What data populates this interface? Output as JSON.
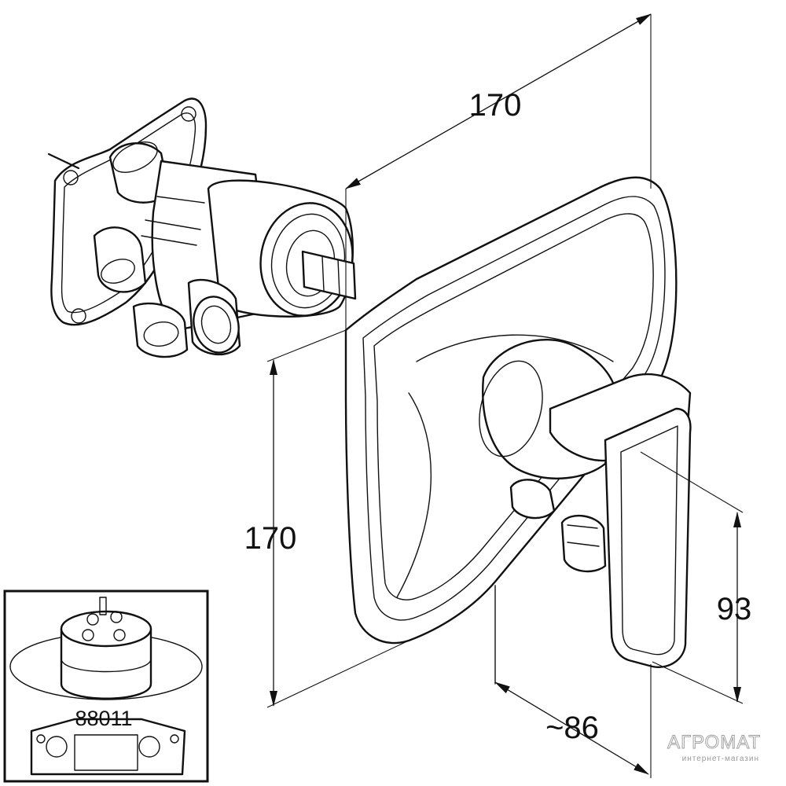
{
  "dimensions": {
    "top_width": "170",
    "left_height": "170",
    "lever_height": "93",
    "depth": "~86"
  },
  "inset": {
    "part_number": "88011"
  },
  "watermark": {
    "brand": "АГРОМАТ",
    "tagline": "интернет-магазин"
  },
  "colors": {
    "line": "#111111",
    "background": "#ffffff",
    "watermark": "#9a9a9a"
  }
}
